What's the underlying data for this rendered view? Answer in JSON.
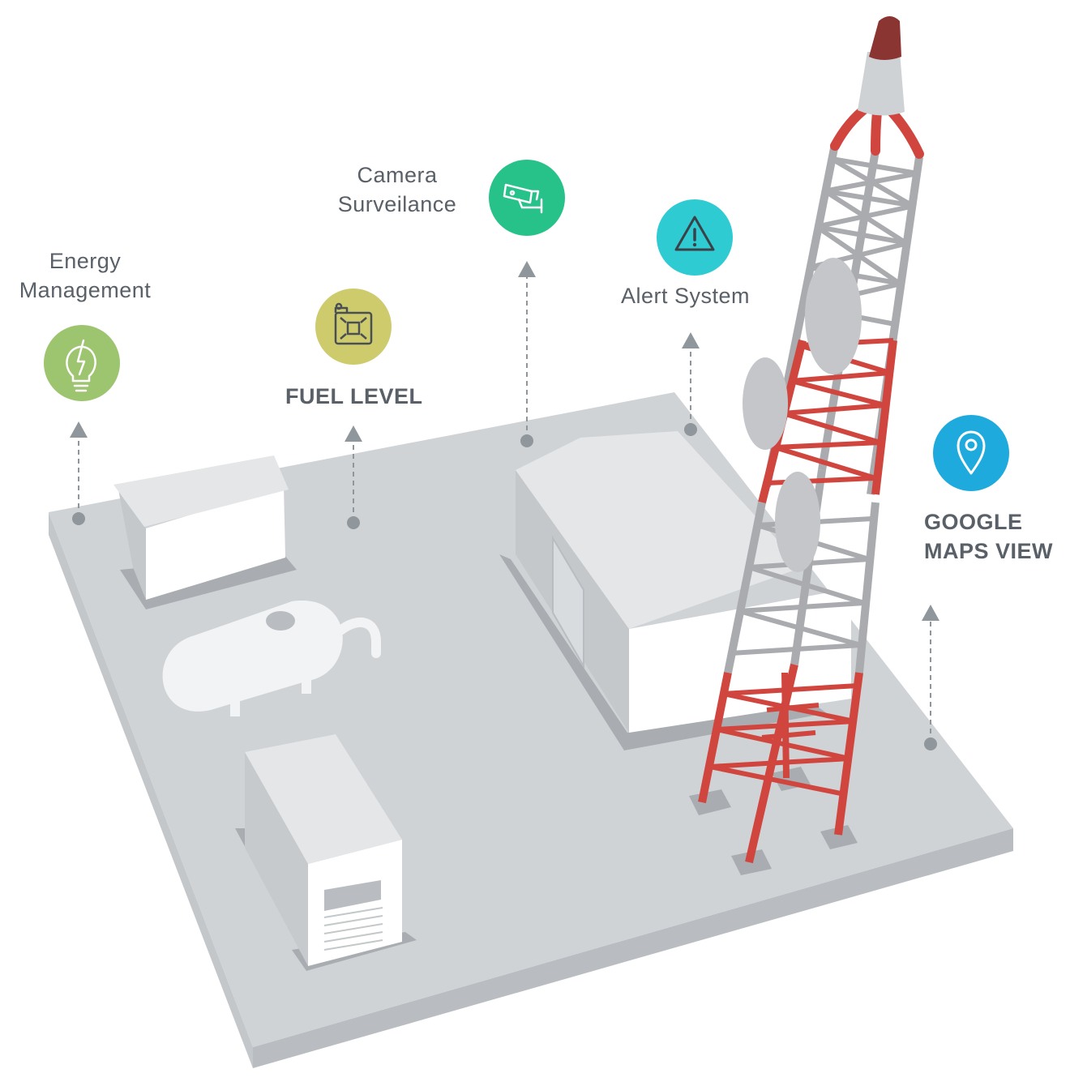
{
  "features": {
    "energy": {
      "line1": "Energy",
      "line2": "Management",
      "icon": "lightbulb-bolt-icon",
      "color": "#9dc46f"
    },
    "fuel": {
      "label": "FUEL LEVEL",
      "icon": "fuel-can-icon",
      "color": "#cdcb6b"
    },
    "camera": {
      "line1": "Camera",
      "line2": "Surveilance",
      "icon": "cctv-camera-icon",
      "color": "#26c28a"
    },
    "alert": {
      "label": "Alert System",
      "icon": "warning-triangle-icon",
      "color": "#2fcbd2"
    },
    "maps": {
      "line1": "GOOGLE",
      "line2": "MAPS VIEW",
      "icon": "map-pin-icon",
      "color": "#1eaadc"
    }
  },
  "colors": {
    "platform_top": "#d0d3d6",
    "platform_side": "#c4c8cb",
    "building": "#e6e8ea",
    "tower_red": "#d0463f",
    "tower_grey": "#a9abaf",
    "tower_tip": "#8b3532",
    "text": "#5a6068",
    "connector": "#8f969c"
  }
}
